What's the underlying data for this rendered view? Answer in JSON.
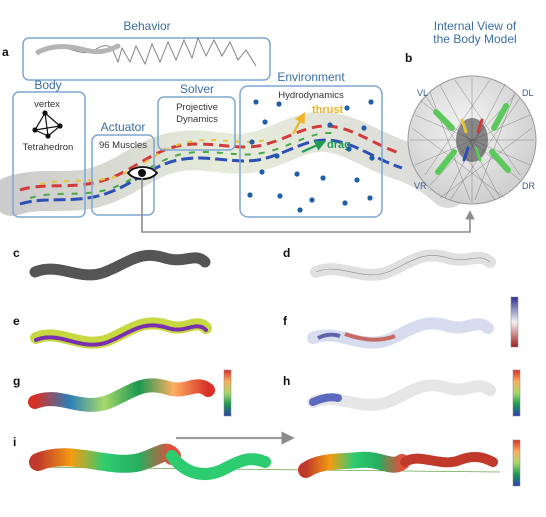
{
  "panels": {
    "a": "a",
    "b": "b",
    "c": "c",
    "d": "d",
    "e": "e",
    "f": "f",
    "g": "g",
    "h": "h",
    "i": "i"
  },
  "behavior": {
    "title": "Behavior"
  },
  "body": {
    "title": "Body",
    "vertex": "vertex",
    "tetrahedron": "Tetrahedron"
  },
  "actuator": {
    "title": "Actuator",
    "muscles": "96 Muscles"
  },
  "solver": {
    "title": "Solver",
    "line1": "Projective",
    "line2": "Dynamics"
  },
  "environment": {
    "title": "Environment",
    "hydro": "Hydrodynamics",
    "thrust": "thrust",
    "drag": "drag"
  },
  "internal_view": {
    "title1": "Internal View of",
    "title2": "the Body Model",
    "vl": "VL",
    "dl": "DL",
    "vr": "VR",
    "dr": "DR"
  },
  "colors": {
    "box_stroke": "#7fa6d1",
    "title_blue": "#3a6ea5",
    "thrust": "#f0b429",
    "drag": "#1f9d55",
    "dots": "#1f5fa8",
    "arrow_gray": "#9a9a9a"
  }
}
